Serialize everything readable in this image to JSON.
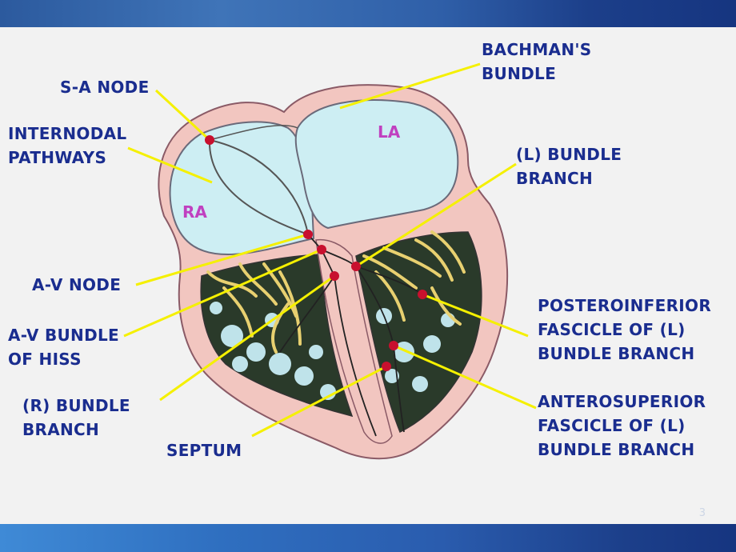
{
  "labels": {
    "sa_node": "S-A NODE",
    "internodal_1": "INTERNODAL",
    "internodal_2": "PATHWAYS",
    "av_node": "A-V NODE",
    "av_bundle_1": "A-V BUNDLE",
    "av_bundle_2": "OF HISS",
    "r_bundle_1": "(R) BUNDLE",
    "r_bundle_2": "BRANCH",
    "septum": "SEPTUM",
    "bachman_1": "BACHMAN'S",
    "bachman_2": "BUNDLE",
    "l_bundle_1": "(L) BUNDLE",
    "l_bundle_2": "BRANCH",
    "posteroinferior_1": "POSTEROINFERIOR",
    "posteroinferior_2": "FASCICLE OF  (L)",
    "posteroinferior_3": "BUNDLE BRANCH",
    "anterosuperior_1": "ANTEROSUPERIOR",
    "anterosuperior_2": "FASCICLE OF  (L)",
    "anterosuperior_3": "BUNDLE BRANCH",
    "ra": "RA",
    "la": "LA"
  },
  "page_number": "3",
  "colors": {
    "label_text": "#1a2d8f",
    "leader_line": "#f5f000",
    "node_dot": "#c8102e",
    "chamber_label": "#c040c0",
    "atrium_fill": "#cdeef3",
    "heart_wall": "#f2c6c0"
  }
}
